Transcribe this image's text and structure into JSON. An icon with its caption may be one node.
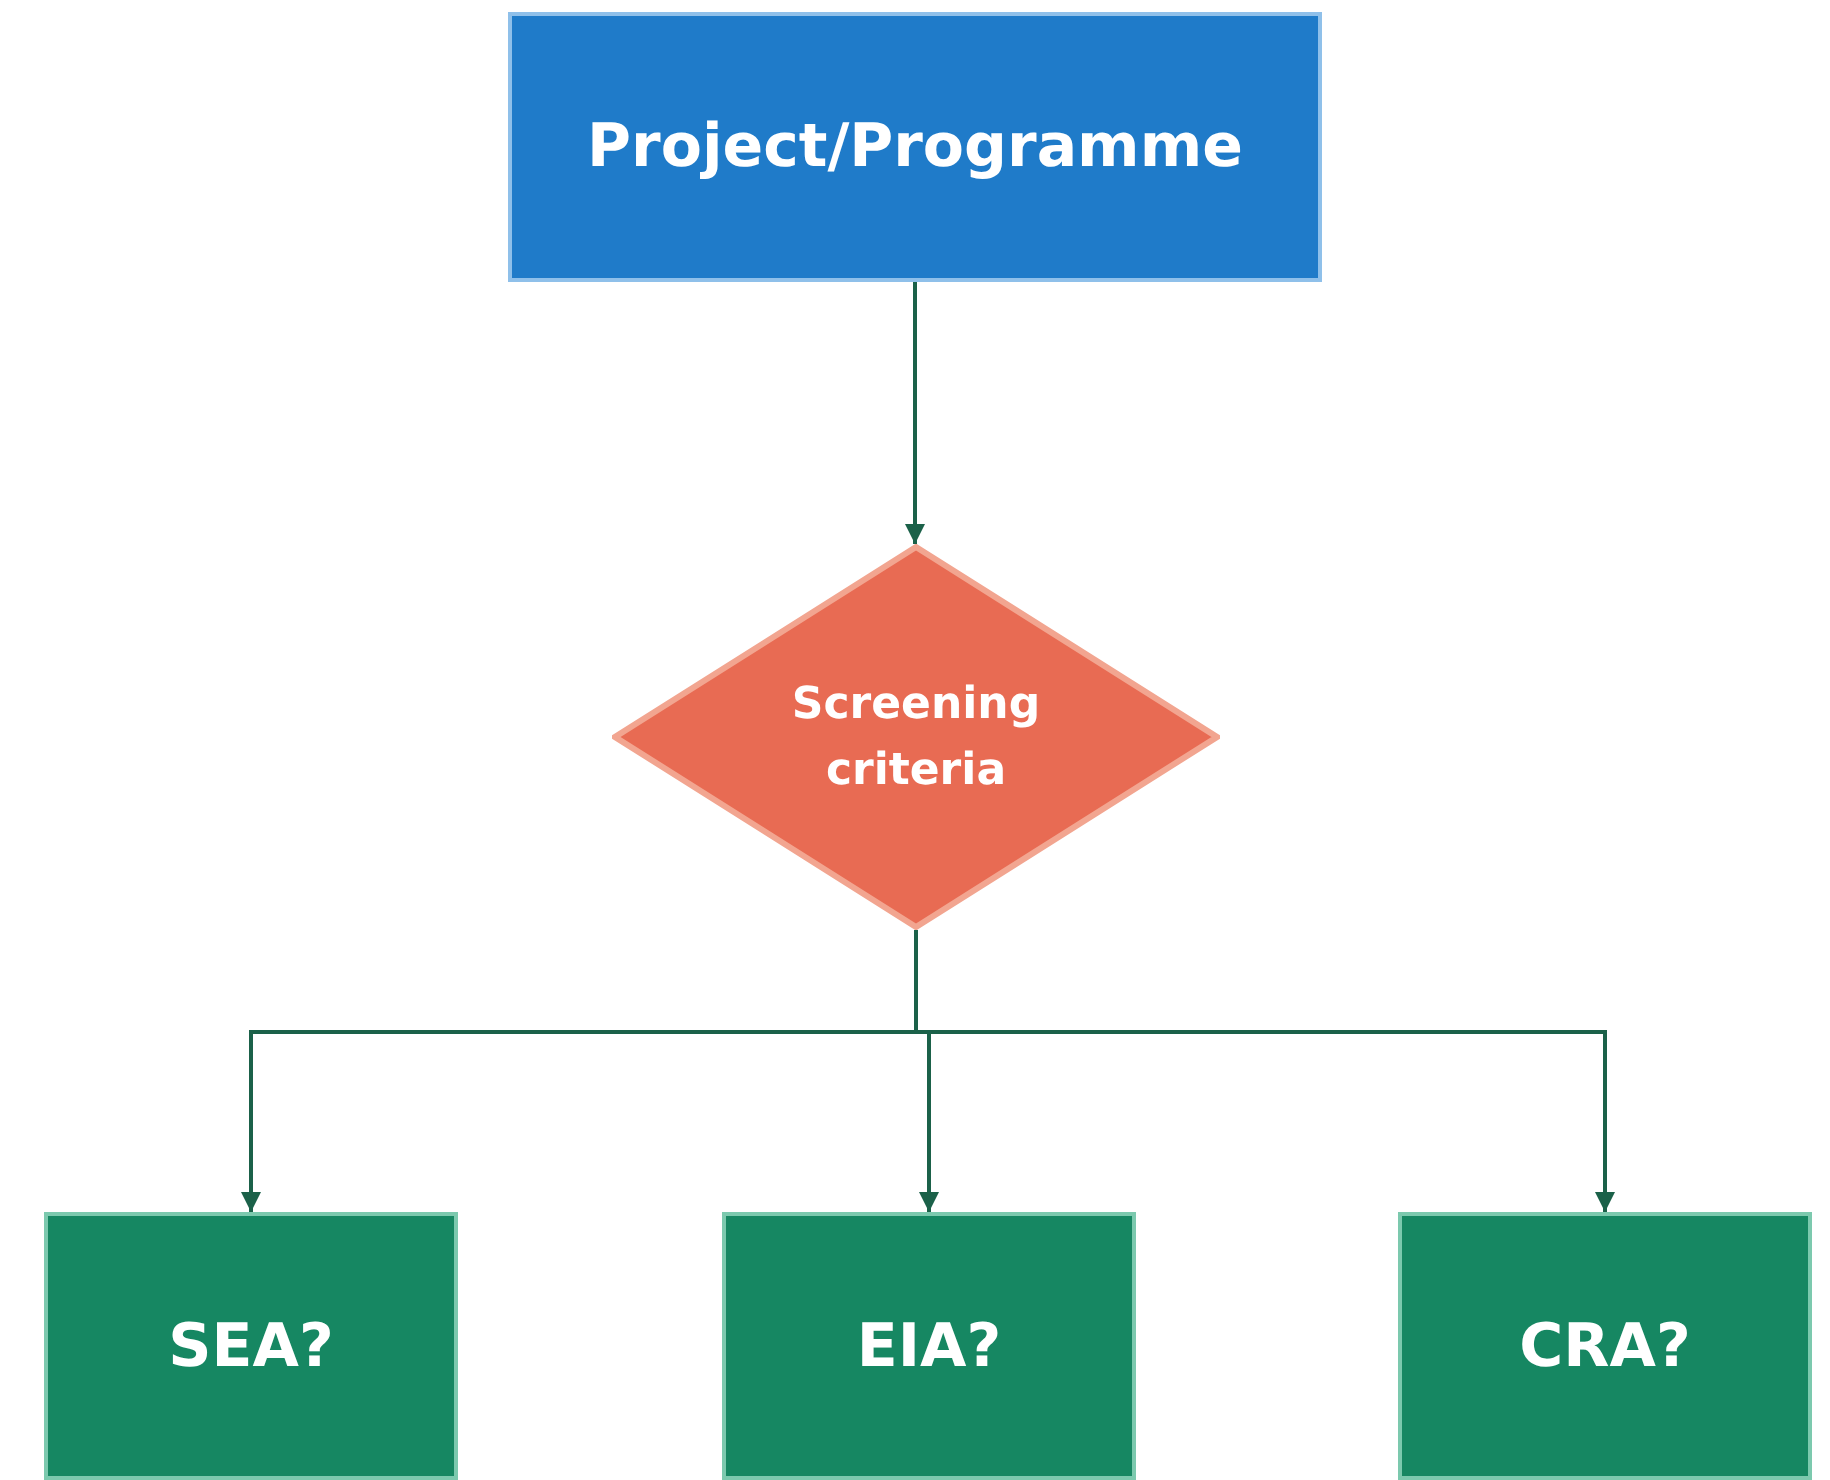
{
  "diagram": {
    "nodes": [
      {
        "text": [
          "Project/Programme"
        ]
      },
      {
        "text": [
          "Screening criteria"
        ]
      },
      {
        "text": [
          "SEA?"
        ]
      },
      {
        "text": [
          "EIA?"
        ]
      },
      {
        "text": [
          "CRA?"
        ]
      }
    ],
    "edges": [
      {
        "from": 0,
        "to": 1,
        "arrow": "to"
      },
      {
        "from": 1,
        "to": 2,
        "arrow": "to"
      },
      {
        "from": 1,
        "to": 3,
        "arrow": "to"
      },
      {
        "from": 1,
        "to": 4,
        "arrow": "to"
      }
    ]
  }
}
